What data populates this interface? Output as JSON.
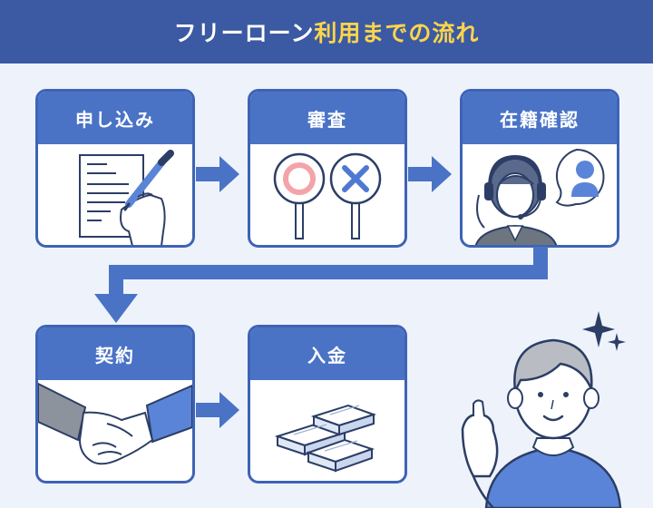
{
  "header": {
    "title_main": "フリーローン",
    "title_accent": "利用までの流れ"
  },
  "steps": [
    {
      "label": "申し込み",
      "icon": "pen-writing-form-icon"
    },
    {
      "label": "審査",
      "icon": "circle-and-cross-paddles-icon"
    },
    {
      "label": "在籍確認",
      "icon": "operator-phone-call-icon"
    },
    {
      "label": "契約",
      "icon": "handshake-icon"
    },
    {
      "label": "入金",
      "icon": "money-stacks-icon"
    }
  ],
  "colors": {
    "header_bg": "#3b5aa3",
    "accent": "#ffd54a",
    "card_border": "#3e63b6",
    "card_head": "#4a73c6",
    "background": "#eef3fb",
    "approve": "#f4a3a8",
    "reject": "#4f78d2"
  }
}
